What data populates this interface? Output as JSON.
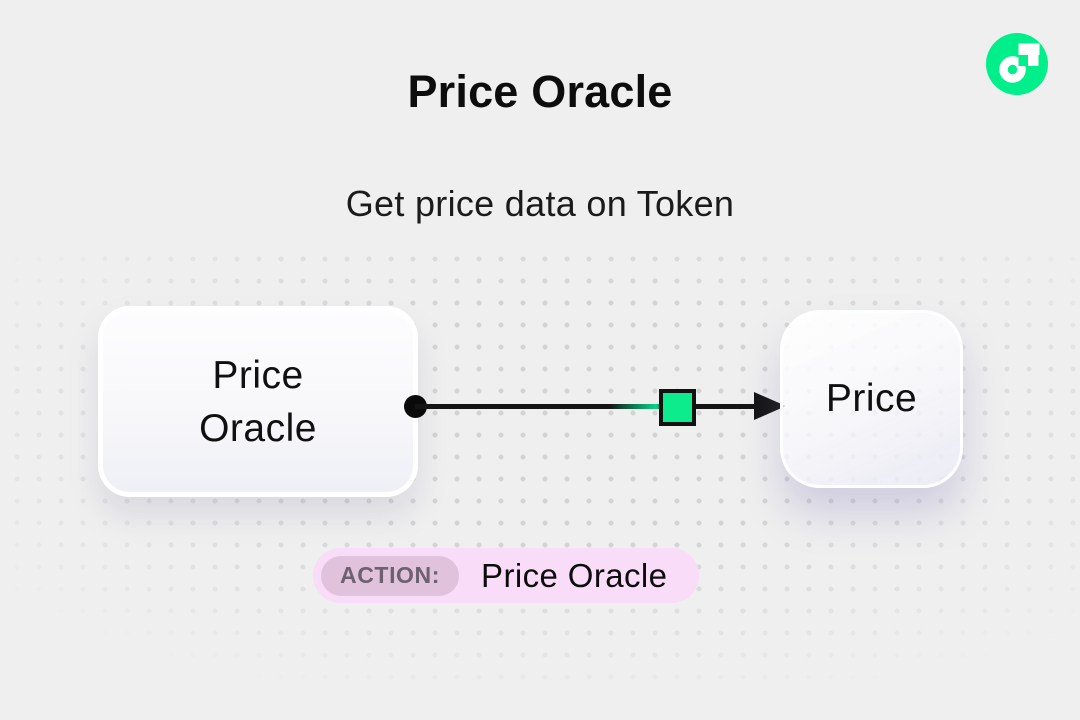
{
  "header": {
    "title": "Price Oracle",
    "subtitle": "Get price data on Token"
  },
  "logo": {
    "icon": "flow-logo",
    "color": "#00ef8b"
  },
  "diagram": {
    "source_node": {
      "label": "Price\nOracle",
      "lines": [
        "Price",
        "Oracle"
      ]
    },
    "target_node": {
      "label": "Price"
    },
    "connector": {
      "line_color": "#141414",
      "marker_color": "#0cec8c"
    }
  },
  "badge": {
    "label": "ACTION:",
    "value": "Price Oracle",
    "background": "#f9dcf7",
    "label_background": "#e0c2dc"
  }
}
